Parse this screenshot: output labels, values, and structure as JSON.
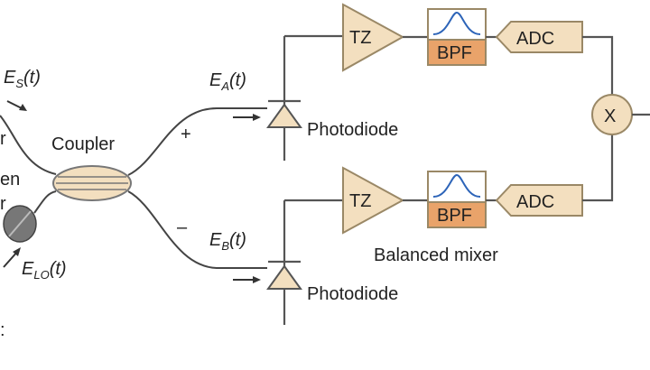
{
  "left_labels": {
    "signal_field": "E",
    "signal_field_sub": "S",
    "signal_field_arg": "(t)",
    "lo_field": "E",
    "lo_field_sub": "LO",
    "lo_field_arg": "(t)",
    "fragments": [
      "r",
      "en",
      "r",
      ":"
    ]
  },
  "coupler": {
    "label": "Coupler",
    "plus": "+",
    "minus": "–"
  },
  "upper_branch": {
    "field": "E",
    "field_sub": "A",
    "field_arg": "(t)",
    "photodiode_label": "Photodiode",
    "amp_label": "TZ",
    "filter_label": "BPF",
    "adc_label": "ADC"
  },
  "lower_branch": {
    "field": "E",
    "field_sub": "B",
    "field_arg": "(t)",
    "photodiode_label": "Photodiode",
    "amp_label": "TZ",
    "filter_label": "BPF",
    "adc_label": "ADC"
  },
  "mixer": {
    "symbol": "X",
    "caption": "Balanced mixer"
  },
  "colors": {
    "block_fill": "#f3dfbf",
    "block_stroke": "#9a8866",
    "bpf_fill": "#e9a36a",
    "bpf_curve": "#2d64b8",
    "lo_source_fill": "#777777"
  }
}
